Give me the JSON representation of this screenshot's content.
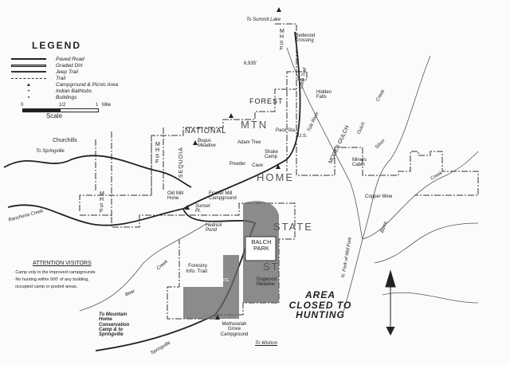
{
  "legend": {
    "title": "LEGEND",
    "items": [
      {
        "label": "Paved Road",
        "symbol": "paved-road"
      },
      {
        "label": "Graded Dirt",
        "symbol": "graded-dirt"
      },
      {
        "label": "Jeep Trail",
        "symbol": "jeep-trail"
      },
      {
        "label": "Trail",
        "symbol": "trail"
      },
      {
        "label": "Campground & Picnic Area",
        "symbol": "triangle"
      },
      {
        "label": "Indian Bathtubs",
        "symbol": "dot"
      },
      {
        "label": "Buildings",
        "symbol": "square"
      }
    ],
    "scale": {
      "zero": "0",
      "half": "1/2",
      "one": "1",
      "unit": "Mile",
      "label": "Scale"
    }
  },
  "attention": {
    "title": "ATTENTION VISITORS",
    "lines": [
      "· Camp only in the improved campgrounds",
      "· No hunting within 500' of any building,",
      "occupied camp or posted areas."
    ]
  },
  "labels": {
    "to_summit_lake": "To Summit Lake",
    "redwood_crossing": "Redwood Crossing",
    "elev": "6,935'",
    "mhsf": "M H S F",
    "loop_trail": "Loop Trail",
    "hidden_falls": "Hidden Falls",
    "forest": "FOREST",
    "trail": "Trail",
    "mtn": "MTN",
    "pack_sta": "Pack Sta.",
    "us": "U.S.",
    "national": "NATIONAL",
    "sequoia": "SEQUOIA",
    "bogus_meadow": "Bogus Meadow",
    "adam_tree": "Adam Tree",
    "shake_camp": "Shake Camp",
    "powder": "Powder",
    "cave": "Cave",
    "home": "HOME",
    "churchills": "Churchills",
    "to_springville": "To Springville",
    "rancheria_creek": "Rancheria Creek",
    "old_mill": "Old Mill Hone",
    "frazier_mill": "Frazier Mill Campground",
    "sunset_pt": "Sunset Pt.",
    "hedrick_pond": "Hedrick Pond",
    "state": "STATE",
    "balch_park": "BALCH PARK",
    "forestry_trail": "Forestry Info. Trail",
    "state_forest": "STATE",
    "fst": "ST",
    "dogwood": "Dogwood Meadow",
    "area_closed": "AREA CLOSED TO HUNTING",
    "methuselah": "Methuselah Grove Campground",
    "to_wishon": "To Wishon",
    "to_mountain_home": "To Mountain Home Conservation Camp & to Springville",
    "springville": "Springville",
    "bear_creek": "Bear",
    "creek": "Creek",
    "tule_river": "Tule River",
    "moses_gulch": "MOSES GULCH",
    "moses_gulch2": "Gulch",
    "silver_creek": "Silver",
    "miners_cabin": "Miners Cabin",
    "copper_mine": "Copper Mine",
    "burro_creek": "Burro",
    "n_fork": "N. Fork of Mid Fork"
  }
}
